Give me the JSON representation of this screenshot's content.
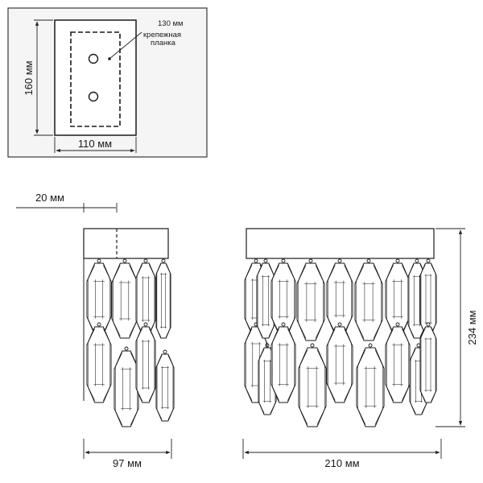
{
  "top_view": {
    "width_label": "110 мм",
    "height_label": "160 мм",
    "plate_label": "130 мм",
    "plate_note_line1": "крепежная",
    "plate_note_line2": "планка"
  },
  "side_view": {
    "offset_label": "20 мм",
    "depth_label": "97 мм"
  },
  "front_view": {
    "width_label": "210 мм",
    "height_label": "234 мм"
  },
  "colors": {
    "line": "#1a1a1a",
    "frame_fill": "#f5f5f5"
  }
}
